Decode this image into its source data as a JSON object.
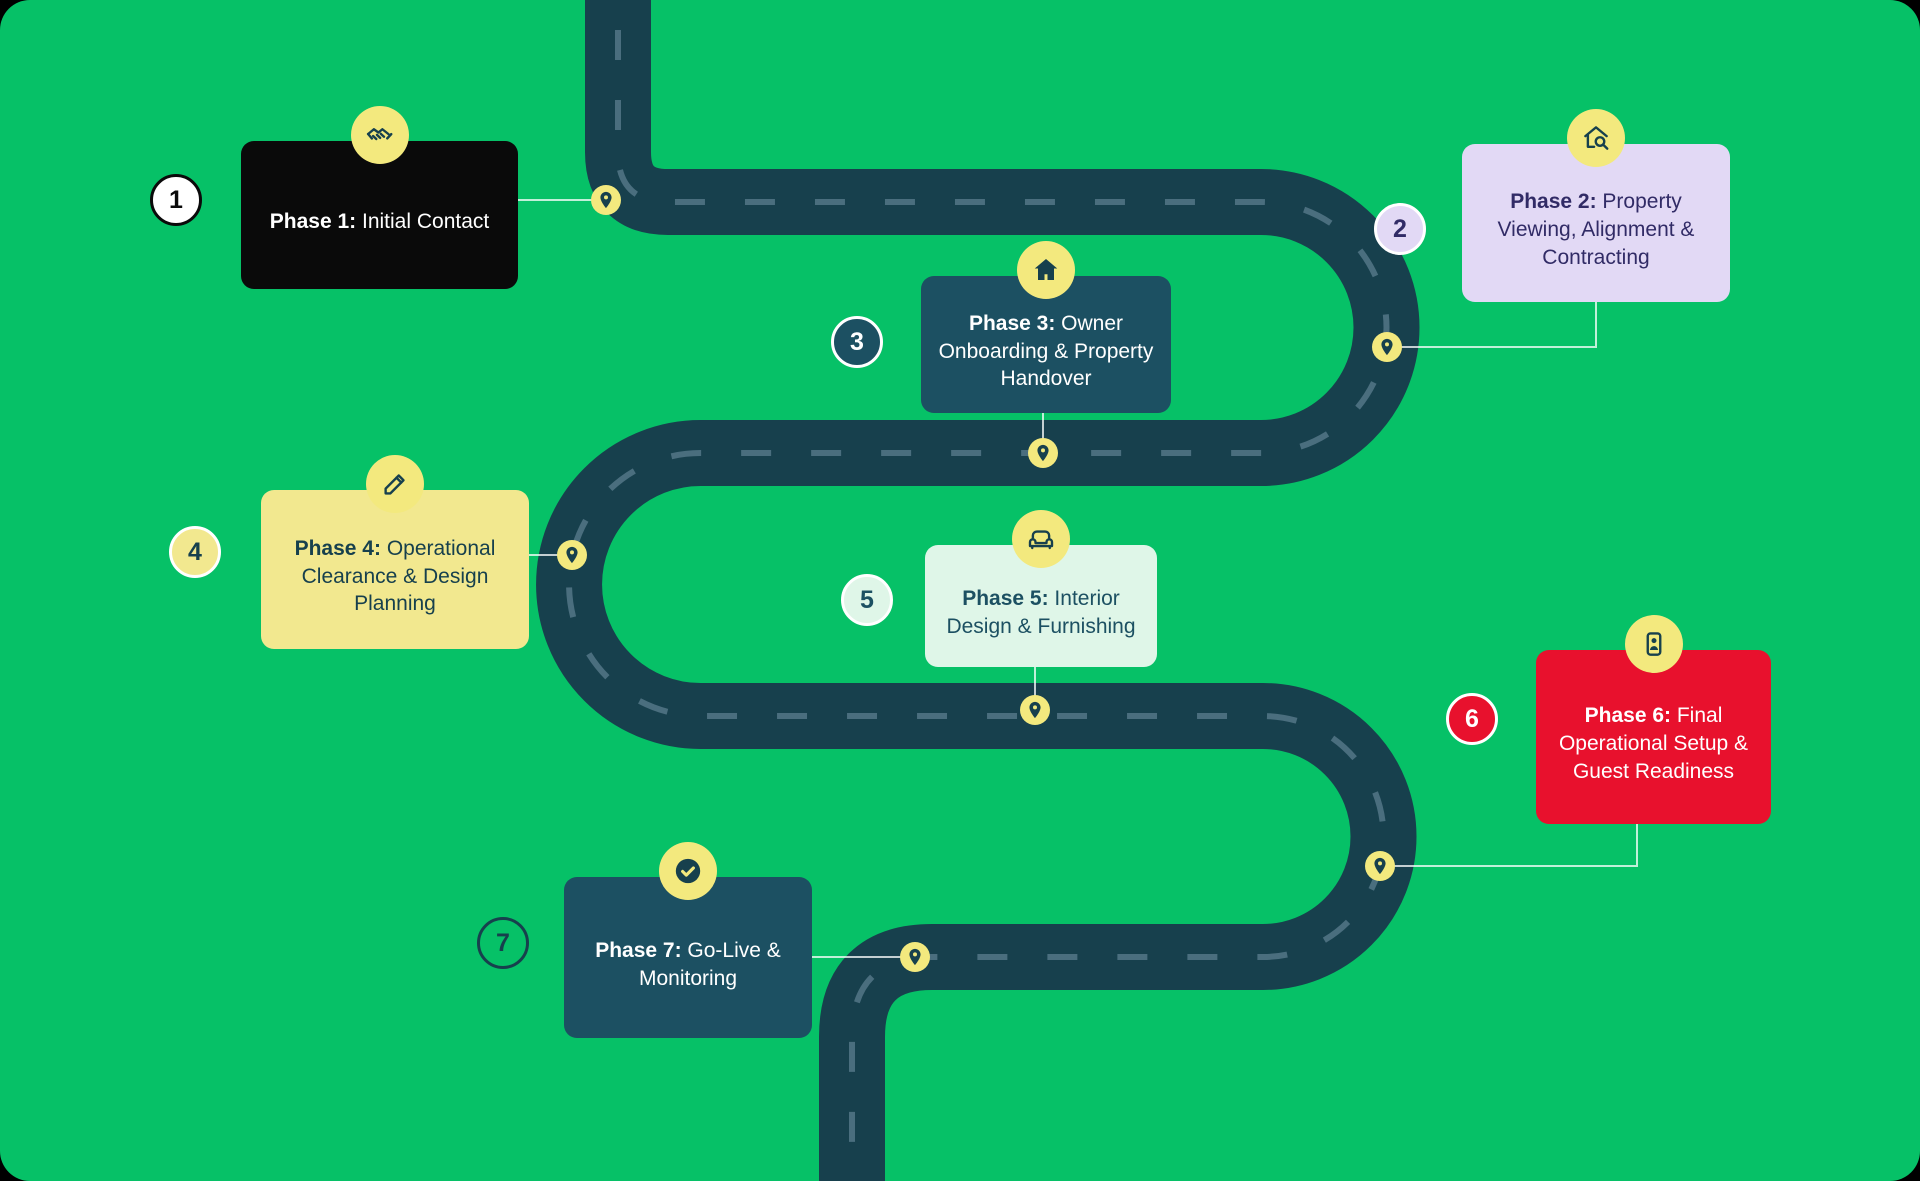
{
  "palette": {
    "frame": "#000000",
    "background": "#06C167",
    "road": "#17404D",
    "road_dash": "#4A6E7E",
    "connector": "rgba(255,255,255,0.75)",
    "pin_fill": "#F3E97E",
    "pin_glyph": "#17404D",
    "icon_circle": "#F3E97E"
  },
  "phases": [
    {
      "number": "1",
      "title_bold": "Phase 1:",
      "title_rest": " Initial Contact",
      "icon": "handshake",
      "colors": {
        "card_bg": "#0A0A0A",
        "card_text": "#FFFFFF",
        "badge_bg": "#FFFFFF",
        "badge_text": "#0A0A0A",
        "badge_border": "#0A0A0A"
      }
    },
    {
      "number": "2",
      "title_bold": "Phase 2:",
      "title_rest": " Property Viewing, Alignment & Contracting",
      "icon": "home-search",
      "colors": {
        "card_bg": "#E2D9F5",
        "card_text": "#312B66",
        "badge_bg": "#E2D9F5",
        "badge_text": "#312B66",
        "badge_border": "#FFFFFF"
      }
    },
    {
      "number": "3",
      "title_bold": "Phase 3:",
      "title_rest": " Owner Onboarding & Property Handover",
      "icon": "home",
      "colors": {
        "card_bg": "#1C5062",
        "card_text": "#FFFFFF",
        "badge_bg": "#1C5062",
        "badge_text": "#FFFFFF",
        "badge_border": "#FFFFFF"
      }
    },
    {
      "number": "4",
      "title_bold": "Phase 4:",
      "title_rest": " Operational Clearance & Design Planning",
      "icon": "design-pencil",
      "colors": {
        "card_bg": "#F2E88F",
        "card_text": "#17404D",
        "badge_bg": "#F2E88F",
        "badge_text": "#17404D",
        "badge_border": "#FFFFFF"
      }
    },
    {
      "number": "5",
      "title_bold": "Phase 5:",
      "title_rest": " Interior Design & Furnishing",
      "icon": "sofa",
      "colors": {
        "card_bg": "#DFF6E8",
        "card_text": "#1C5062",
        "badge_bg": "#DFF6E8",
        "badge_text": "#1C5062",
        "badge_border": "#FFFFFF"
      }
    },
    {
      "number": "6",
      "title_bold": "Phase 6:",
      "title_rest": " Final Operational Setup & Guest Readiness",
      "icon": "person-badge",
      "colors": {
        "card_bg": "#E8112D",
        "card_text": "#FFFFFF",
        "badge_bg": "#E8112D",
        "badge_text": "#FFFFFF",
        "badge_border": "#FFFFFF"
      }
    },
    {
      "number": "7",
      "title_bold": "Phase 7:",
      "title_rest": " Go-Live & Monitoring",
      "icon": "check-circle",
      "colors": {
        "card_bg": "#1C5062",
        "card_text": "#FFFFFF",
        "badge_bg": "transparent",
        "badge_text": "#17404D",
        "badge_border": "#17404D"
      }
    }
  ]
}
